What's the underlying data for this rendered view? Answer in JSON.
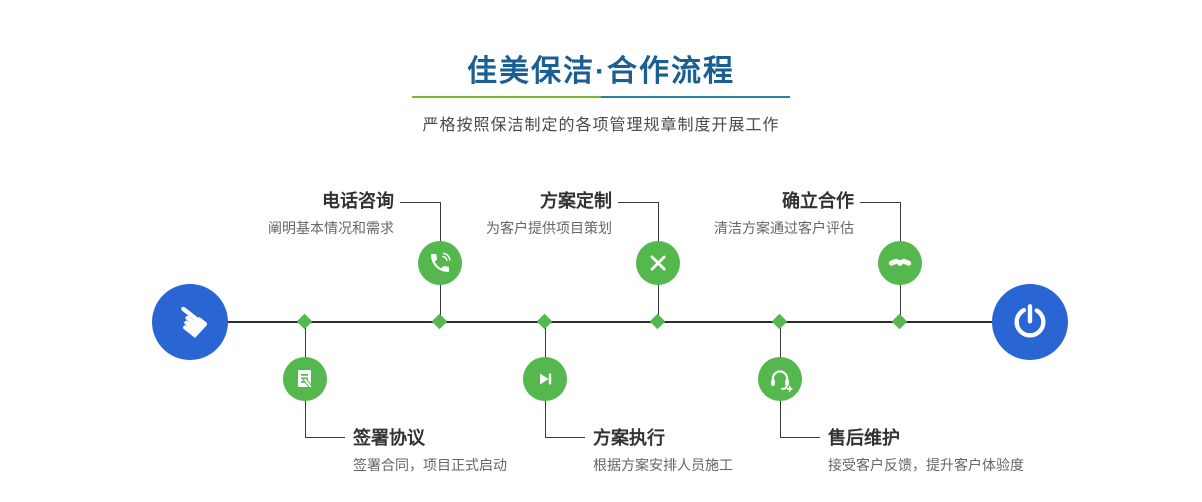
{
  "page": {
    "title": "佳美保洁·合作流程",
    "subtitle": "严格按照保洁制定的各项管理规章制度开展工作"
  },
  "flow": {
    "start_icon": "hand-pointer-icon",
    "end_icon": "power-icon",
    "top_steps": [
      {
        "title": "电话咨询",
        "desc": "阐明基本情况和需求",
        "icon": "phone-icon"
      },
      {
        "title": "方案定制",
        "desc": "为客户提供项目策划",
        "icon": "pen-tools-icon"
      },
      {
        "title": "确立合作",
        "desc": "清洁方案通过客户评估",
        "icon": "handshake-icon"
      }
    ],
    "bottom_steps": [
      {
        "title": "签署协议",
        "desc": "签署合同，项目正式启动",
        "icon": "contract-icon"
      },
      {
        "title": "方案执行",
        "desc": "根据方案安排人员施工",
        "icon": "play-icon"
      },
      {
        "title": "售后维护",
        "desc": "接受客户反馈，提升客户体验度",
        "icon": "headset-icon"
      }
    ]
  },
  "colors": {
    "accent_blue": "#2a65d4",
    "accent_green": "#54b84f",
    "title_blue": "#1a5f93",
    "divider_green": "#76b72e",
    "divider_blue": "#2e7ea0",
    "line_dark": "#2d2d2d"
  }
}
